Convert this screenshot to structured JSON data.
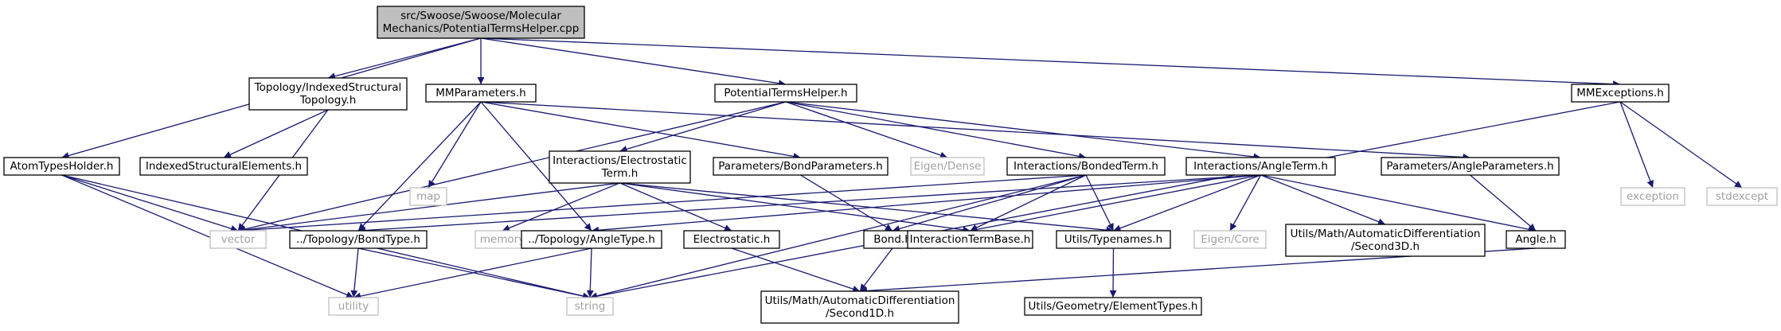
{
  "colors": {
    "edge": "#191970",
    "root_fill": "#bfbfbf",
    "system_border": "#bfbfbf",
    "system_text": "#a0a0a0"
  },
  "nodes": [
    {
      "id": "root",
      "lines": [
        "src/Swoose/Swoose/Molecular",
        "Mechanics/PotentialTermsHelper.cpp"
      ],
      "kind": "root"
    },
    {
      "id": "topo",
      "lines": [
        "Topology/IndexedStructural",
        "Topology.h"
      ],
      "kind": "file"
    },
    {
      "id": "mmparams",
      "lines": [
        "MMParameters.h"
      ],
      "kind": "file"
    },
    {
      "id": "pth",
      "lines": [
        "PotentialTermsHelper.h"
      ],
      "kind": "file"
    },
    {
      "id": "mmexc",
      "lines": [
        "MMExceptions.h"
      ],
      "kind": "file"
    },
    {
      "id": "ath",
      "lines": [
        "AtomTypesHolder.h"
      ],
      "kind": "file"
    },
    {
      "id": "ise",
      "lines": [
        "IndexedStructuralElements.h"
      ],
      "kind": "file"
    },
    {
      "id": "map",
      "lines": [
        "map"
      ],
      "kind": "system"
    },
    {
      "id": "ies",
      "lines": [
        "Interactions/Electrostatic",
        "Term.h"
      ],
      "kind": "file"
    },
    {
      "id": "pbp",
      "lines": [
        "Parameters/BondParameters.h"
      ],
      "kind": "file"
    },
    {
      "id": "eigdense",
      "lines": [
        "Eigen/Dense"
      ],
      "kind": "system"
    },
    {
      "id": "ibt",
      "lines": [
        "Interactions/BondedTerm.h"
      ],
      "kind": "file"
    },
    {
      "id": "iat",
      "lines": [
        "Interactions/AngleTerm.h"
      ],
      "kind": "file"
    },
    {
      "id": "pap",
      "lines": [
        "Parameters/AngleParameters.h"
      ],
      "kind": "file"
    },
    {
      "id": "exception",
      "lines": [
        "exception"
      ],
      "kind": "system"
    },
    {
      "id": "stdexcept",
      "lines": [
        "stdexcept"
      ],
      "kind": "system"
    },
    {
      "id": "vector",
      "lines": [
        "vector"
      ],
      "kind": "system"
    },
    {
      "id": "tbt",
      "lines": [
        "../Topology/BondType.h"
      ],
      "kind": "file"
    },
    {
      "id": "memory",
      "lines": [
        "memory"
      ],
      "kind": "system"
    },
    {
      "id": "tat",
      "lines": [
        "../Topology/AngleType.h"
      ],
      "kind": "file"
    },
    {
      "id": "elec",
      "lines": [
        "Electrostatic.h"
      ],
      "kind": "file"
    },
    {
      "id": "bond",
      "lines": [
        "Bond.h"
      ],
      "kind": "file"
    },
    {
      "id": "itb",
      "lines": [
        "InteractionTermBase.h"
      ],
      "kind": "file"
    },
    {
      "id": "utn",
      "lines": [
        "Utils/Typenames.h"
      ],
      "kind": "file"
    },
    {
      "id": "eigcore",
      "lines": [
        "Eigen/Core"
      ],
      "kind": "system"
    },
    {
      "id": "s3d",
      "lines": [
        "Utils/Math/AutomaticDifferentiation",
        "/Second3D.h"
      ],
      "kind": "file"
    },
    {
      "id": "angle",
      "lines": [
        "Angle.h"
      ],
      "kind": "file"
    },
    {
      "id": "utility",
      "lines": [
        "utility"
      ],
      "kind": "system"
    },
    {
      "id": "string",
      "lines": [
        "string"
      ],
      "kind": "system"
    },
    {
      "id": "s1d",
      "lines": [
        "Utils/Math/AutomaticDifferentiation",
        "/Second1D.h"
      ],
      "kind": "file"
    },
    {
      "id": "uet",
      "lines": [
        "Utils/Geometry/ElementTypes.h"
      ],
      "kind": "file"
    }
  ],
  "edges": [
    [
      "root",
      "ath"
    ],
    [
      "root",
      "topo"
    ],
    [
      "root",
      "mmparams"
    ],
    [
      "root",
      "pth"
    ],
    [
      "root",
      "mmexc"
    ],
    [
      "topo",
      "ise"
    ],
    [
      "topo",
      "vector"
    ],
    [
      "mmparams",
      "map"
    ],
    [
      "mmparams",
      "tbt"
    ],
    [
      "mmparams",
      "tat"
    ],
    [
      "mmparams",
      "pbp"
    ],
    [
      "mmparams",
      "pap"
    ],
    [
      "pth",
      "vector"
    ],
    [
      "pth",
      "ies"
    ],
    [
      "pth",
      "eigdense"
    ],
    [
      "pth",
      "ibt"
    ],
    [
      "pth",
      "iat"
    ],
    [
      "mmexc",
      "exception"
    ],
    [
      "mmexc",
      "stdexcept"
    ],
    [
      "mmexc",
      "string"
    ],
    [
      "ath",
      "vector"
    ],
    [
      "ath",
      "utility"
    ],
    [
      "ath",
      "string"
    ],
    [
      "ies",
      "vector"
    ],
    [
      "ies",
      "memory"
    ],
    [
      "ies",
      "elec"
    ],
    [
      "ies",
      "itb"
    ],
    [
      "ies",
      "utn"
    ],
    [
      "pbp",
      "bond"
    ],
    [
      "ibt",
      "vector"
    ],
    [
      "ibt",
      "bond"
    ],
    [
      "ibt",
      "itb"
    ],
    [
      "ibt",
      "utn"
    ],
    [
      "ibt",
      "string"
    ],
    [
      "iat",
      "tbt"
    ],
    [
      "iat",
      "tat"
    ],
    [
      "iat",
      "itb"
    ],
    [
      "iat",
      "utn"
    ],
    [
      "iat",
      "eigcore"
    ],
    [
      "iat",
      "s3d"
    ],
    [
      "iat",
      "angle"
    ],
    [
      "pap",
      "angle"
    ],
    [
      "tbt",
      "utility"
    ],
    [
      "tbt",
      "string"
    ],
    [
      "tat",
      "utility"
    ],
    [
      "tat",
      "string"
    ],
    [
      "elec",
      "s1d"
    ],
    [
      "bond",
      "s1d"
    ],
    [
      "angle",
      "s1d"
    ],
    [
      "utn",
      "uet"
    ]
  ]
}
